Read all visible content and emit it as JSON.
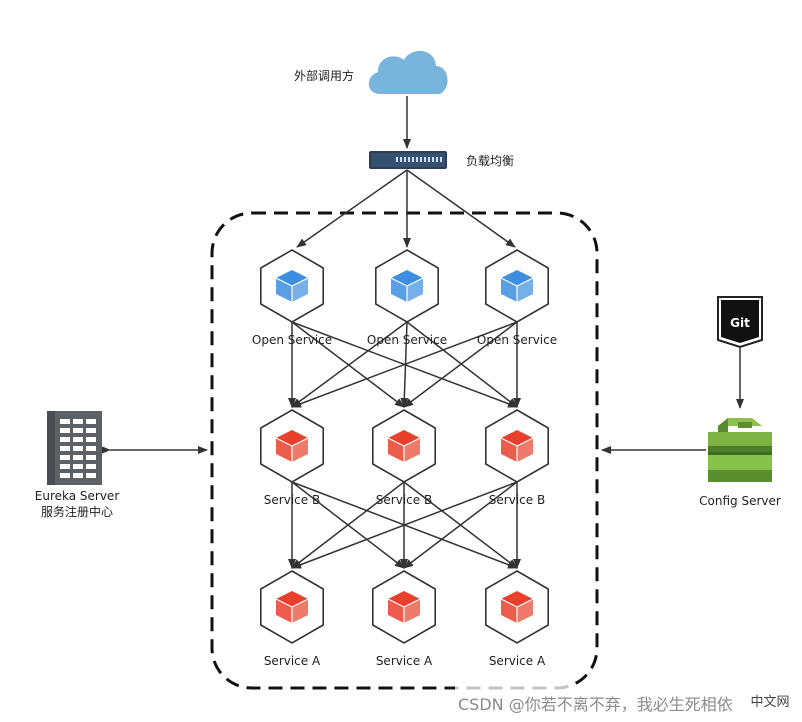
{
  "diagram": {
    "external_caller": {
      "label": "外部调用方",
      "icon": "cloud-icon"
    },
    "load_balancer": {
      "label": "负载均衡",
      "icon": "load-balancer-icon"
    },
    "cluster_border": "dashed",
    "open_services": [
      {
        "label": "Open Service"
      },
      {
        "label": "Open Service"
      },
      {
        "label": "Open Service"
      }
    ],
    "services_b": [
      {
        "label": "Service B"
      },
      {
        "label": "Service B"
      },
      {
        "label": "Service B"
      }
    ],
    "services_a": [
      {
        "label": "Service A"
      },
      {
        "label": "Service A"
      },
      {
        "label": "Service A"
      }
    ],
    "eureka": {
      "label_line1": "Eureka Server",
      "label_line2": "服务注册中心",
      "icon": "server-rack-icon"
    },
    "git": {
      "label": "Git",
      "icon": "git-badge-icon"
    },
    "config_server": {
      "label": "Config Server",
      "icon": "config-server-icon"
    },
    "watermark": "CSDN @你若不离不弃，我必生死相依",
    "watermark_badge": "中文网",
    "colors": {
      "cloud": "#78b4dc",
      "open_service_cube": "#3d8ee0",
      "service_cube": "#e8402c",
      "hex_outline": "#333333",
      "arrow": "#333333",
      "eureka": "#5d6166",
      "config_green": "#6aa84f",
      "badge": "#d93a2b"
    }
  }
}
